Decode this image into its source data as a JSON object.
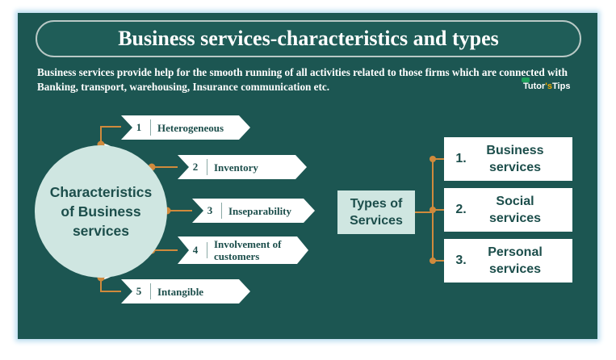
{
  "title": "Business services-characteristics and types",
  "intro": "Business services provide help for the smooth running of all activities related to those firms which are connected with Banking, transport, warehousing, Insurance communication etc.",
  "logo": {
    "part1": "Tutor",
    "part2": "'s",
    "part3": "Tips"
  },
  "center_label": "Characteristics of Business services",
  "characteristics": [
    {
      "num": "1",
      "label": "Heterogeneous"
    },
    {
      "num": "2",
      "label": "Inventory"
    },
    {
      "num": "3",
      "label": "Inseparability"
    },
    {
      "num": "4",
      "label": "Involvement of customers"
    },
    {
      "num": "5",
      "label": "Intangible"
    }
  ],
  "types_label": "Types of Services",
  "types": [
    {
      "num": "1.",
      "label": "Business services"
    },
    {
      "num": "2.",
      "label": "Social services"
    },
    {
      "num": "3.",
      "label": "Personal services"
    }
  ],
  "colors": {
    "background": "#1c5652",
    "accent": "#d08a3c",
    "light": "#cfe6e1",
    "text_dark": "#1c4e4b"
  }
}
